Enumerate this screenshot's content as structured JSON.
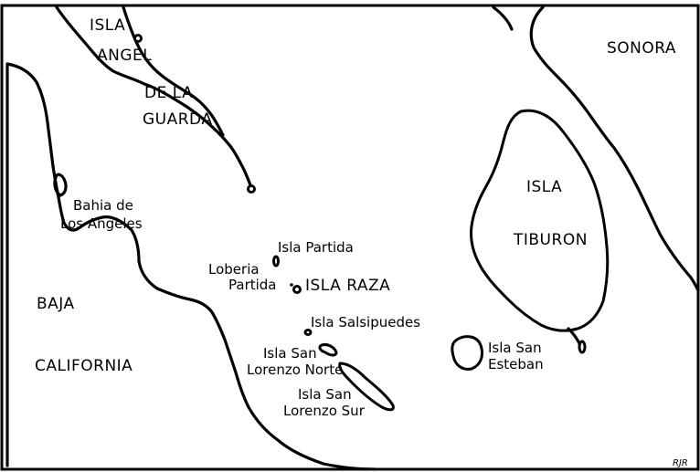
{
  "map": {
    "labels": {
      "isla_angel_line1": "ISLA",
      "isla_angel_line2": "ANGEL",
      "isla_angel_line3": "DE LA",
      "isla_angel_line4": "GUARDA",
      "sonora": "SONORA",
      "bahia_line1": "Bahia de",
      "bahia_line2": "Los Angeles",
      "isla_tiburon_line1": "ISLA",
      "isla_tiburon_line2": "TIBURON",
      "isla_partida": "Isla Partida",
      "loberia_line1": "Loberia",
      "loberia_line2": "Partida",
      "isla_raza": "ISLA RAZA",
      "baja": "BAJA",
      "california": "CALIFORNIA",
      "isla_salsipuedes": "Isla Salsipuedes",
      "isla_san_esteban_line1": "Isla San",
      "isla_san_esteban_line2": "Esteban",
      "san_lorenzo_norte_line1": "Isla San",
      "san_lorenzo_norte_line2": "Lorenzo Norte",
      "san_lorenzo_sur_line1": "Isla San",
      "san_lorenzo_sur_line2": "Lorenzo Sur",
      "signature": "RJR"
    },
    "colors": {
      "ink": "#000000",
      "paper": "#ffffff"
    }
  }
}
